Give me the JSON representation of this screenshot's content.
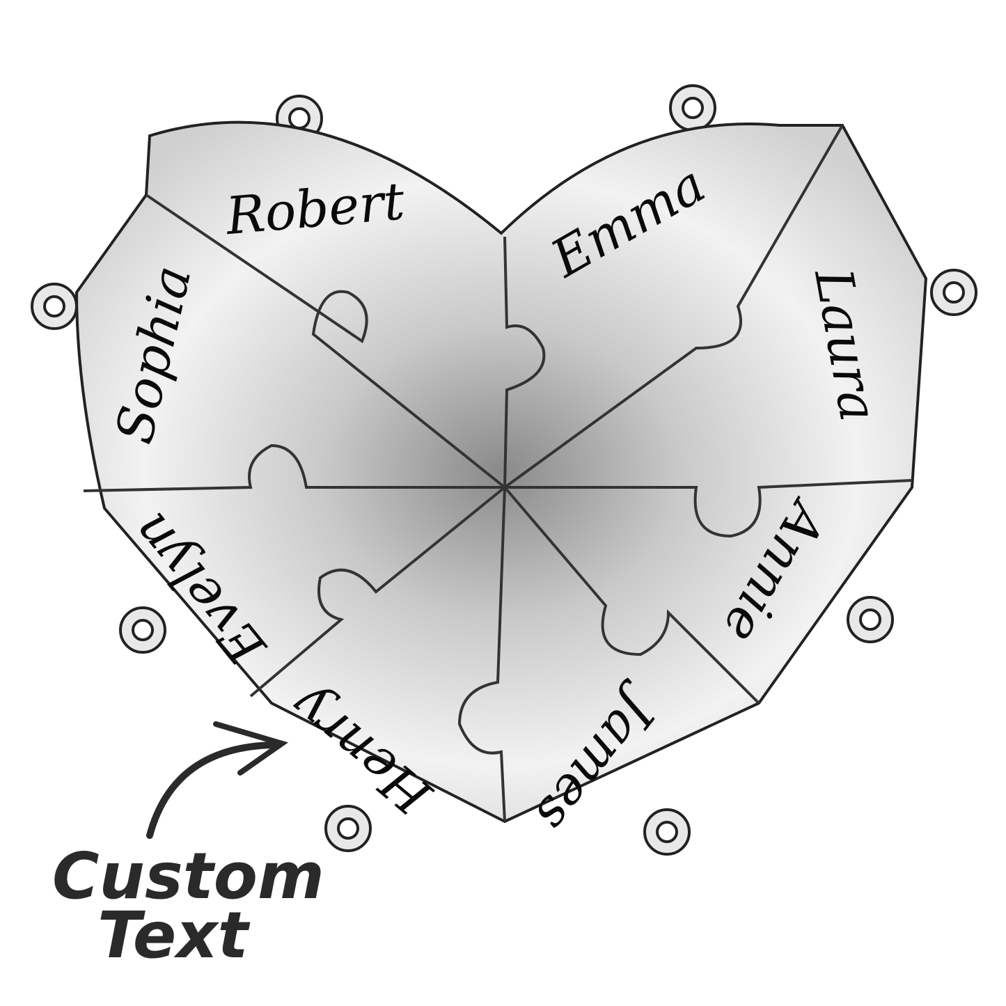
{
  "pendant": {
    "names": {
      "robert": "Robert",
      "emma": "Emma",
      "sophia": "Sophia",
      "laura": "Laura",
      "evelyn": "Evelyn",
      "annie": "Annie",
      "henry": "Henry",
      "james": "James"
    },
    "metal_color": "#c8c8c8",
    "engraving_color": "#0a0a0a"
  },
  "callout": {
    "line1": "Custom",
    "line2": "Text"
  }
}
